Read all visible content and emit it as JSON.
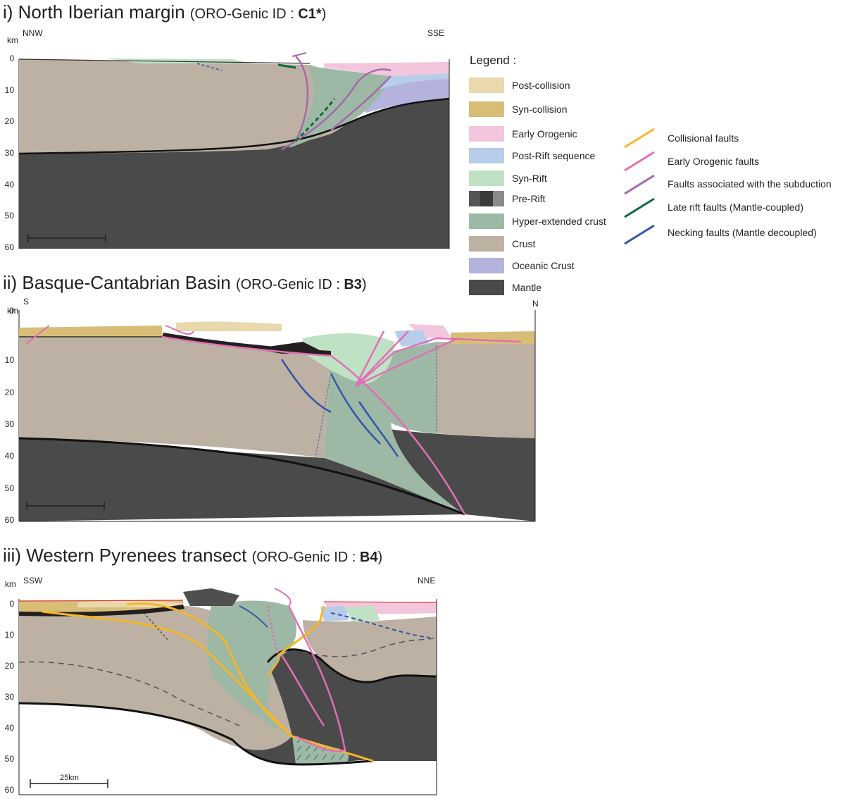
{
  "sections": [
    {
      "title_main": "i)  North Iberian margin",
      "title_sub_pre": "(ORO-Genic ID : ",
      "title_id": "C1*",
      "title_sub_post": ")",
      "dir_left": "NNW",
      "dir_right": "SSE",
      "unit": "km",
      "ticks": [
        "0",
        "10",
        "20",
        "30",
        "40",
        "50",
        "60"
      ],
      "scale": "25km"
    },
    {
      "title_main": "ii) Basque-Cantabrian Basin",
      "title_sub_pre": "(ORO-Genic ID : ",
      "title_id": "B3",
      "title_sub_post": ")",
      "dir_left": "S",
      "dir_right": "N",
      "unit": "km",
      "ticks": [
        "0",
        "10",
        "20",
        "30",
        "40",
        "50",
        "60"
      ],
      "scale": "25km"
    },
    {
      "title_main": "iii) Western Pyrenees transect",
      "title_sub_pre": "(ORO-Genic ID : ",
      "title_id": "B4",
      "title_sub_post": ")",
      "dir_left": "SSW",
      "dir_right": "NNE",
      "unit": "km",
      "ticks": [
        "0",
        "10",
        "20",
        "30",
        "40",
        "50",
        "60"
      ],
      "scale": "25km"
    }
  ],
  "legend": {
    "title": "Legend :",
    "units": [
      {
        "label": "Post-collision",
        "color": "#e9d9ad"
      },
      {
        "label": "Syn-collision",
        "color": "#d8bd77"
      },
      {
        "label": "Early Orogenic",
        "color": "#f3c6dd"
      },
      {
        "label": "Post-Rift sequence",
        "color": "#b8cde9"
      },
      {
        "label": "Syn-Rift",
        "color": "#bfe2c5"
      },
      {
        "label": "Pre-Rift",
        "color": "#4f4f4f"
      },
      {
        "label": "Hyper-extended crust",
        "color": "#9db9a6"
      },
      {
        "label": "Crust",
        "color": "#bcb1a2"
      },
      {
        "label": "Oceanic Crust",
        "color": "#b3b3de"
      },
      {
        "label": "Mantle",
        "color": "#4a4a4a"
      }
    ],
    "faults": [
      {
        "label": "Collisional faults",
        "color": "#f6b626"
      },
      {
        "label": "Early Orogenic faults",
        "color": "#e16fb6"
      },
      {
        "label": "Faults associated with the subduction",
        "color": "#a46aa8"
      },
      {
        "label": "Late rift faults (Mantle-coupled)",
        "color": "#14673a"
      },
      {
        "label": "Necking faults (Mantle decoupled)",
        "color": "#3556a7"
      }
    ]
  }
}
